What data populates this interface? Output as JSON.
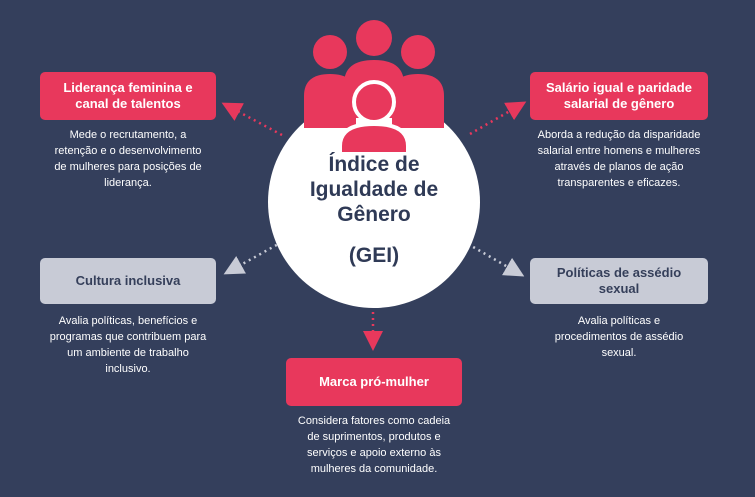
{
  "center": {
    "title_lines": [
      "Índice de",
      "Igualdade de",
      "Gênero"
    ],
    "abbreviation": "(GEI)"
  },
  "topics": {
    "lideranca": {
      "title": "Liderança feminina e canal de talentos",
      "description": "Mede o recrutamento, a retenção e o desenvolvimento de mulheres para posições de liderança."
    },
    "salario": {
      "title": "Salário igual e paridade salarial de gênero",
      "description": "Aborda a redução da disparidade salarial entre homens e mulheres através de planos de ação transparentes e eficazes."
    },
    "cultura": {
      "title": "Cultura inclusiva",
      "description": "Avalia políticas, benefícios e programas que contribuem para um ambiente de trabalho inclusivo."
    },
    "assedio": {
      "title": "Políticas de assédio sexual",
      "description": "Avalia políticas e procedimentos de assédio sexual."
    },
    "marca": {
      "title": "Marca pró-mulher",
      "description": "Considera fatores como cadeia de suprimentos, produtos e serviços e apoio externo às mulheres da comunidade."
    }
  },
  "colors": {
    "background": "#343f5c",
    "accent_pink": "#e8385c",
    "box_grey": "#c8cbd6",
    "circle": "#ffffff"
  },
  "icons": [
    "people-group-icon"
  ]
}
